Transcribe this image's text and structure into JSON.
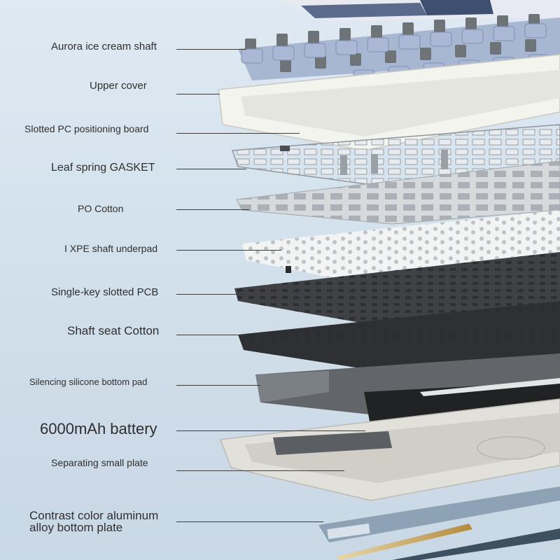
{
  "diagram": {
    "colors": {
      "background": "#d5e3ee",
      "label_text": "#2f2f2f",
      "leader_line": "#3c3c3c",
      "switch_blue": "#8da1c7",
      "switch_stem": "#6b7076",
      "cover_white": "#f3f3ef",
      "plate_grey": "#c8ccd0",
      "pcb_dark": "#3d3f42",
      "cotton_dark": "#2e2f31",
      "case_light": "#e3e1dc",
      "gold_strip": "#c9a45a"
    },
    "labels": [
      {
        "id": "switch",
        "text": "Aurora ice cream shaft"
      },
      {
        "id": "upper-cover",
        "text": "Upper cover"
      },
      {
        "id": "pc-board",
        "text": "Slotted PC positioning board"
      },
      {
        "id": "gasket",
        "text": "Leaf spring GASKET"
      },
      {
        "id": "po-cotton",
        "text": "PO Cotton"
      },
      {
        "id": "ixpe",
        "text": "I XPE shaft underpad"
      },
      {
        "id": "pcb",
        "text": "Single-key slotted PCB"
      },
      {
        "id": "seat-cotton",
        "text": "Shaft seat Cotton"
      },
      {
        "id": "silicone",
        "text": "Silencing silicone bottom pad"
      },
      {
        "id": "battery",
        "text": "6000mAh battery"
      },
      {
        "id": "small-plate",
        "text": "Separating small plate"
      },
      {
        "id": "aluminum-1",
        "text": "Contrast color aluminum"
      },
      {
        "id": "aluminum-2",
        "text": "alloy bottom plate"
      }
    ]
  }
}
